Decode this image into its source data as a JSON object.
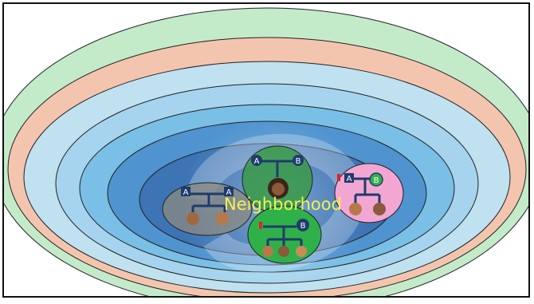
{
  "center_label": "Neighborhood",
  "family_groups": [
    {
      "id": "left",
      "node_a": "A",
      "node_b": "A"
    },
    {
      "id": "top",
      "node_a": "A",
      "node_b": "B"
    },
    {
      "id": "right",
      "node_a": "A",
      "node_b": "B"
    },
    {
      "id": "bottom",
      "node_b": "B"
    }
  ],
  "colors": {
    "ring_green": "#c3ebc9",
    "ring_salmon": "#f4c5ae",
    "ring_light_blue": "#bfe1f0",
    "ring_sky": "#a6d4ee",
    "ring_blue": "#79bfe6",
    "ring_mid": "#4f93cf",
    "core_blue": "#3c74b4",
    "inner_teal": "#2e5f7a",
    "label_yellow": "#f2f250",
    "node_navy": "#1f3b6e",
    "group_green": "#2fb14a",
    "group_pink": "#f2a7d3",
    "group_gray": "#8c8a80"
  }
}
